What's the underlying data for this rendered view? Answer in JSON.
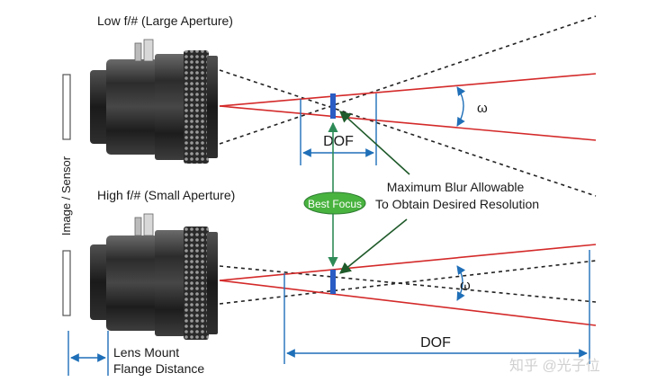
{
  "labels": {
    "low_aperture": "Low f/# (Large Aperture)",
    "high_aperture": "High f/# (Small Aperture)",
    "sensor": "Image / Sensor",
    "dof_top": "DOF",
    "dof_bottom": "DOF",
    "omega_top": "ω",
    "omega_bottom": "ω",
    "best_focus": "Best Focus",
    "max_blur_line1": "Maximum Blur Allowable",
    "max_blur_line2": "To Obtain Desired Resolution",
    "flange_line1": "Lens Mount",
    "flange_line2": "Flange Distance",
    "watermark": "知乎 @光子位"
  },
  "colors": {
    "ray": "#d42a2a",
    "dimension": "#1f6fb8",
    "focus_line": "#2a5cc4",
    "best_focus_fill": "#49b33f",
    "text": "#1a1a1a",
    "dashed": "#222222",
    "lens_body": "#2b2b2b"
  }
}
